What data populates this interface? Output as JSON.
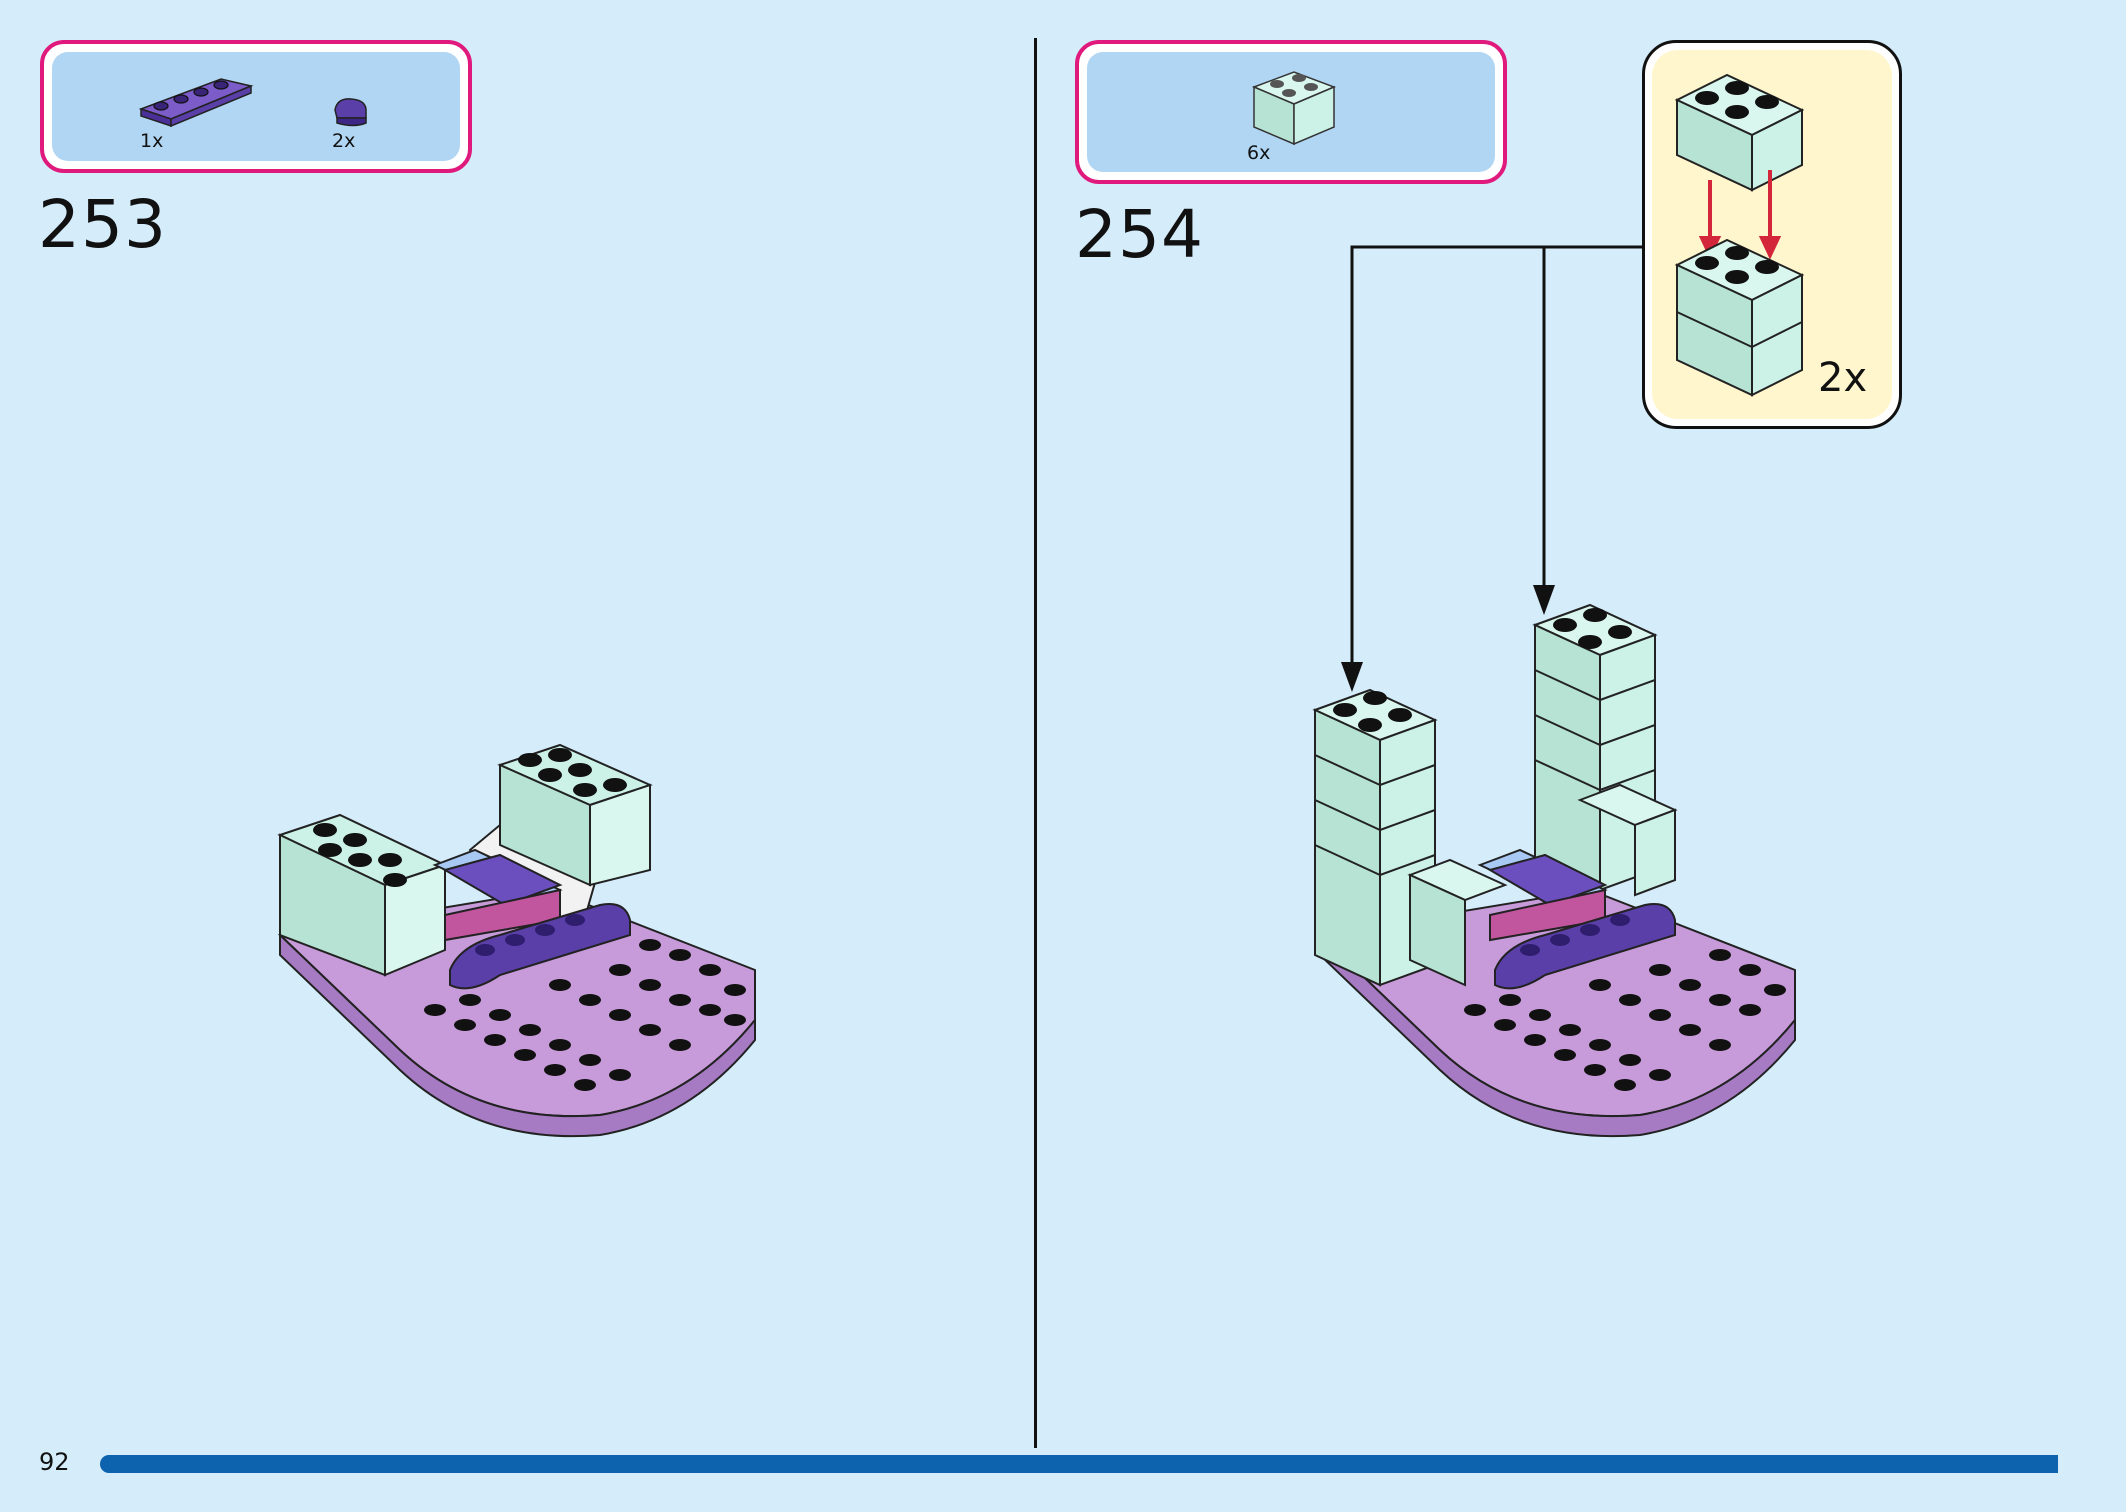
{
  "steps": [
    {
      "number": "253",
      "parts": [
        {
          "name": "purple 1x4 plate",
          "qty": "1x",
          "color": "#5a3fa8"
        },
        {
          "name": "purple round tile",
          "qty": "2x",
          "color": "#5a3fa8"
        }
      ]
    },
    {
      "number": "254",
      "parts": [
        {
          "name": "mint 2x2 brick",
          "qty": "6x",
          "color": "#ccf2e7"
        }
      ],
      "callout": {
        "qty": "2x",
        "arrow_color": "#d3263a"
      }
    }
  ],
  "footer": {
    "page_number": "92",
    "progress": 0.96
  },
  "colors": {
    "background": "#d5ecfa",
    "parts_border": "#e0197d",
    "parts_fill": "#b1d6f3",
    "mint": "#ccf2e7",
    "lavender": "#c79bd9",
    "purple": "#5a3fa8",
    "progress": "#0d63ad",
    "callout_fill": "#fff6cd"
  }
}
